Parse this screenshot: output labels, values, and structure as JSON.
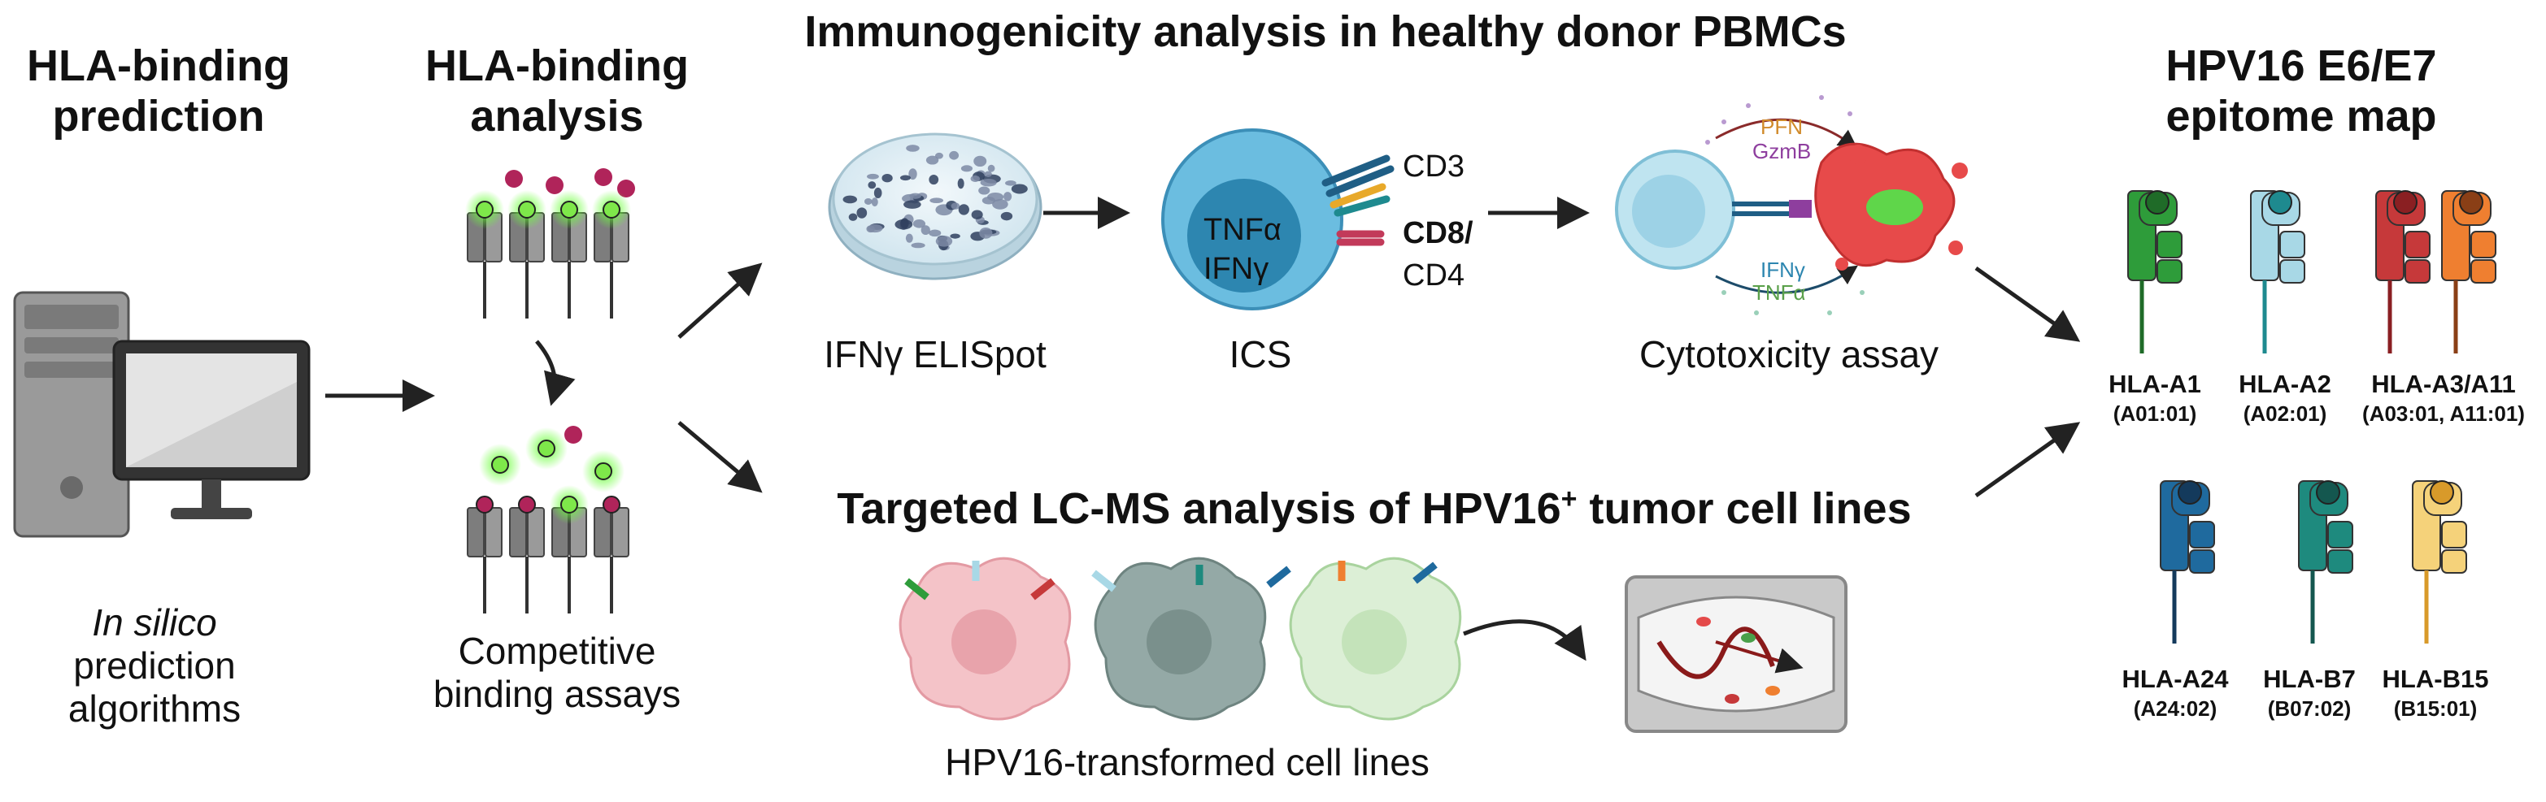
{
  "headers": {
    "prediction": [
      "HLA-binding",
      "prediction"
    ],
    "analysis": [
      "HLA-binding",
      "analysis"
    ],
    "immunogenicity": "Immunogenicity analysis in healthy donor PBMCs",
    "lcms_main": "Targeted LC-MS analysis of HPV16",
    "lcms_sup": "+",
    "lcms_tail": " tumor cell lines",
    "epitome": [
      "HPV16 E6/E7",
      "epitome map"
    ]
  },
  "labels": {
    "insilico_italic": "In silico",
    "insilico_rest": [
      "prediction",
      "algorithms"
    ],
    "competitive": [
      "Competitive",
      "binding assays"
    ],
    "elispot": "IFNγ ELISpot",
    "ics": "ICS",
    "cytotox": "Cytotoxicity assay",
    "cell_lines": "HPV16-transformed cell lines"
  },
  "ics_cell": {
    "inner": [
      "TNFα",
      "IFNγ"
    ],
    "cd3": "CD3",
    "cd8": "CD8/",
    "cd4": "CD4"
  },
  "cytotox_cell": {
    "pfn": "PFN",
    "gzmb": "GzmB",
    "ifng": "IFNγ",
    "tnfa": "TNFα"
  },
  "alleles": [
    {
      "name": "HLA-A1",
      "sub": "(A01:01)",
      "colors": [
        "#2e9c3a",
        "#1f6b28"
      ]
    },
    {
      "name": "HLA-A2",
      "sub": "(A02:01)",
      "colors": [
        "#a8d8e6",
        "#1e8a8f"
      ]
    },
    {
      "name": "HLA-A3/A11",
      "sub": "(A03:01, A11:01)",
      "colors": [
        "#c6393a",
        "#ef7f30"
      ]
    },
    {
      "name": "HLA-A24",
      "sub": "(A24:02)",
      "colors": [
        "#1f6a9e",
        "#143a5c"
      ]
    },
    {
      "name": "HLA-B7",
      "sub": "(B07:02)",
      "colors": [
        "#1e8a7e",
        "#14574f"
      ]
    },
    {
      "name": "HLA-B15",
      "sub": "(B15:01)",
      "colors": [
        "#f5d27a",
        "#d89a2a"
      ]
    }
  ]
}
